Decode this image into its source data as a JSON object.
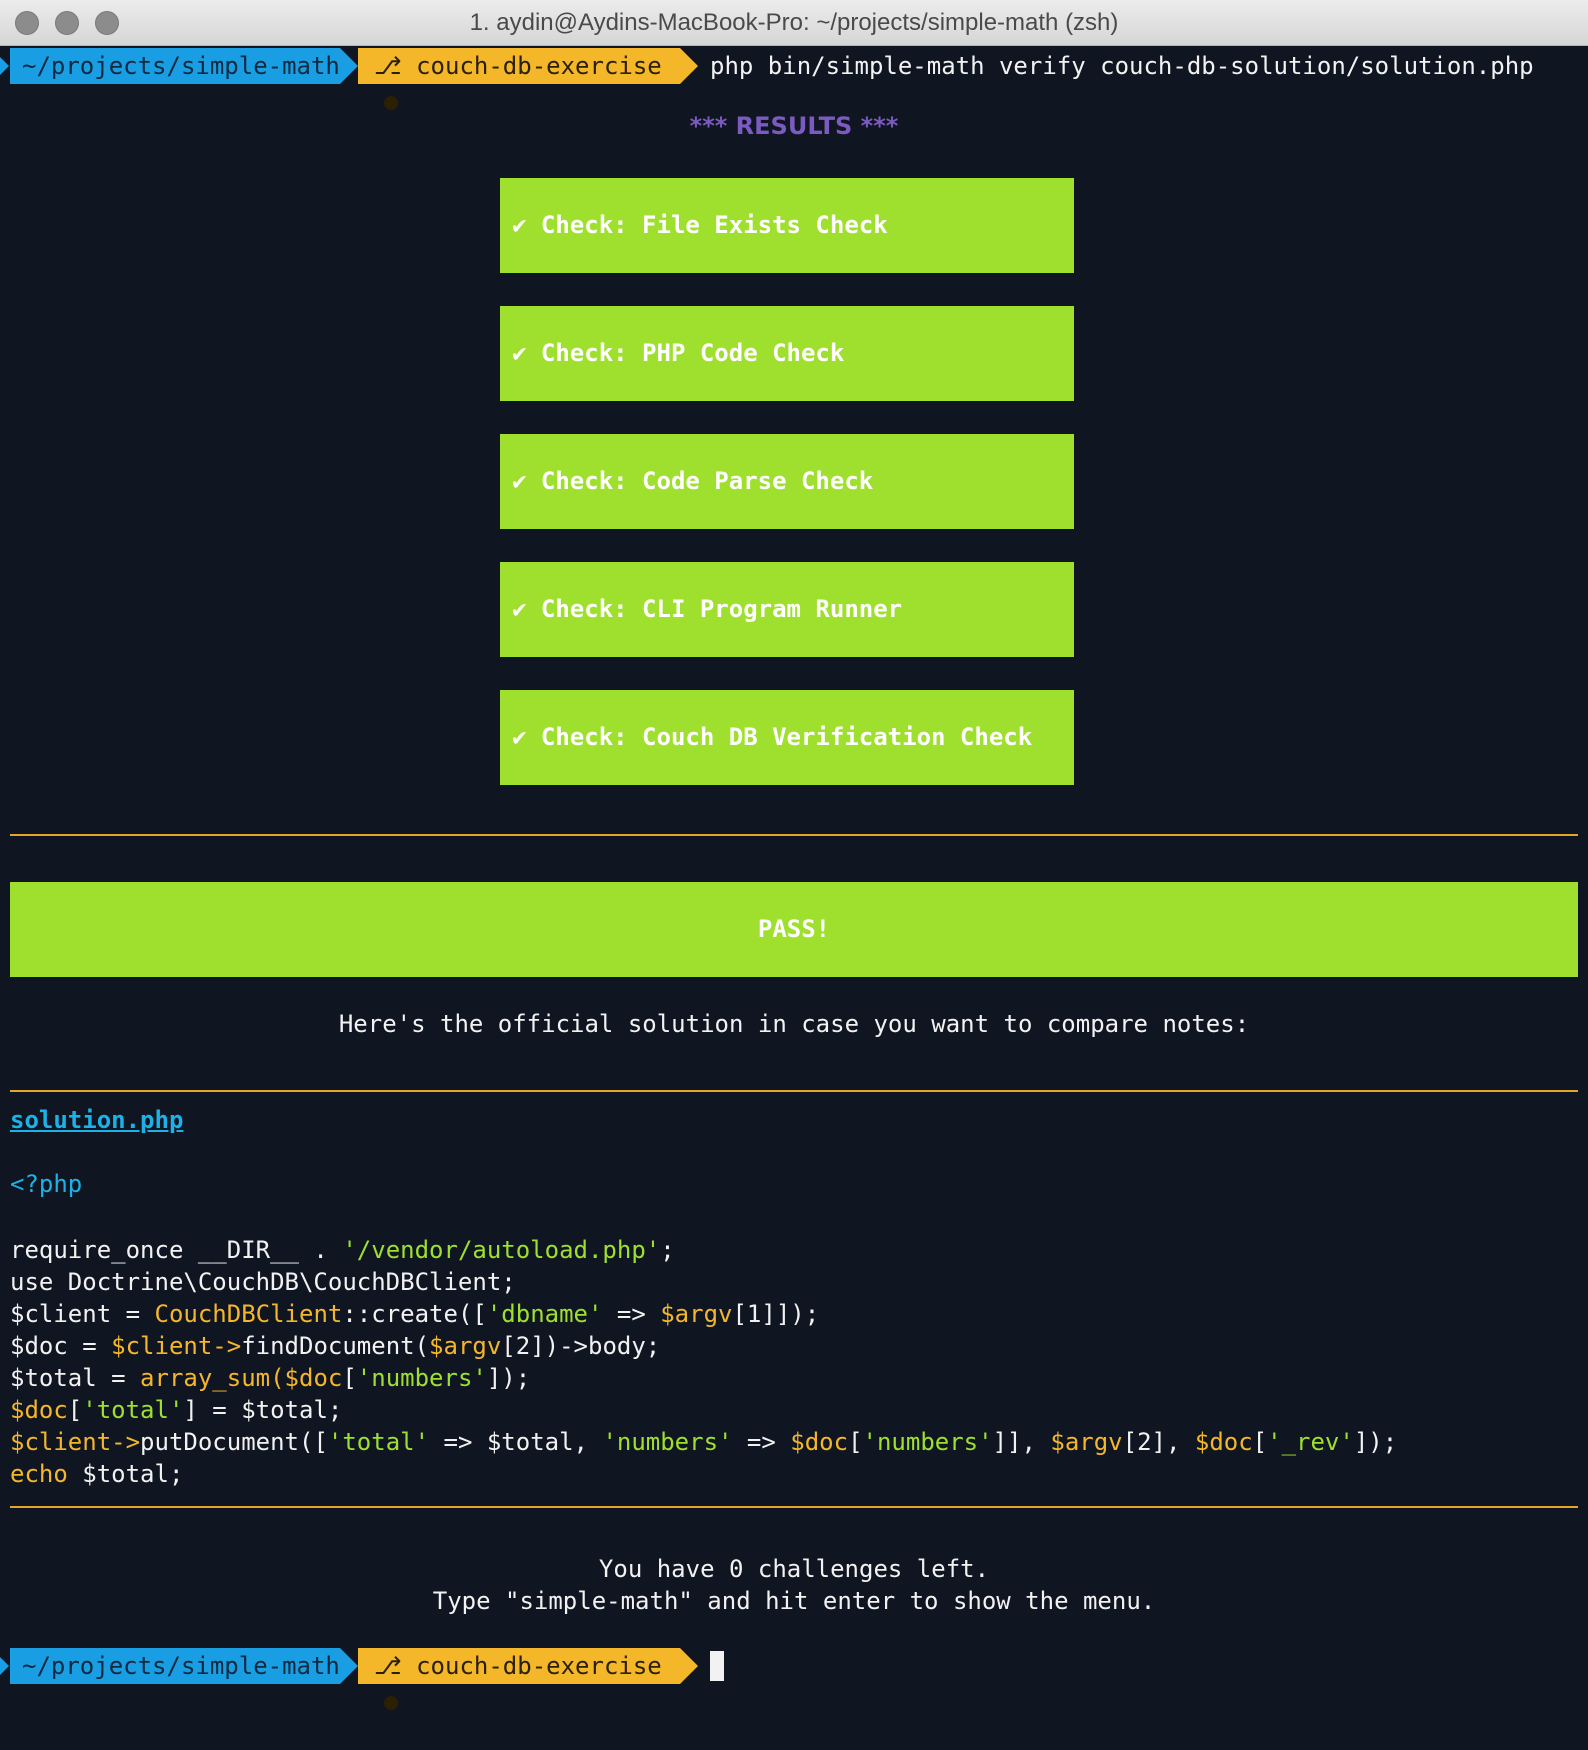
{
  "window": {
    "title": "1. aydin@Aydins-MacBook-Pro: ~/projects/simple-math (zsh)"
  },
  "prompt": {
    "directory": "~/projects/simple-math",
    "branch": "couch-db-exercise",
    "branch_icon": "git-branch-icon",
    "command": "php bin/simple-math verify couch-db-solution/solution.php"
  },
  "results": {
    "title": "*** RESULTS ***",
    "checks": [
      "✔ Check: File Exists Check",
      "✔ Check: PHP Code Check",
      "✔ Check: Code Parse Check",
      "✔ Check: CLI Program Runner",
      "✔ Check: Couch DB Verification Check"
    ]
  },
  "status": {
    "pass": "PASS!",
    "solution_note": "Here's the official solution in case you want to compare notes:"
  },
  "solution": {
    "filename": "solution.php",
    "php_open": "<?php",
    "lines": {
      "l1": {
        "a": "require_once __DIR__ . ",
        "b": "'/vendor/autoload.php'",
        "c": ";"
      },
      "l2": {
        "a": "use Doctrine\\CouchDB\\CouchDBClient;"
      },
      "l3": {
        "a": "$client = ",
        "b": "CouchDBClient",
        "c": "::create([",
        "d": "'dbname'",
        "e": " => ",
        "f": "$argv",
        "g": "[1]]);"
      },
      "l4": {
        "a": "$doc = ",
        "b": "$client->",
        "c": "findDocument(",
        "d": "$argv",
        "e": "[2])->body;"
      },
      "l5": {
        "a": "$total = ",
        "b": "array_sum(",
        "c": "$doc",
        "d": "[",
        "e": "'numbers'",
        "f": "]);"
      },
      "l6": {
        "a": "$doc",
        "b": "[",
        "c": "'total'",
        "d": "] = $total;"
      },
      "l7": {
        "a": "$client->",
        "b": "putDocument([",
        "c": "'total'",
        "d": " => $total, ",
        "e": "'numbers'",
        "f": " => ",
        "g": "$doc",
        "h": "[",
        "i": "'numbers'",
        "j": "]], ",
        "k": "$argv",
        "l": "[2], ",
        "m": "$doc",
        "n": "[",
        "o": "'_rev'",
        "p": "]);"
      },
      "l8": {
        "a": "echo",
        "b": " $total;"
      }
    }
  },
  "footer": {
    "line1": "You have 0 challenges left.",
    "line2": "Type \"simple-math\" and hit enter to show the menu."
  },
  "colors": {
    "background": "#101522",
    "success_green": "#9fe02e",
    "path_blue": "#1a9ee3",
    "branch_yellow": "#f5b72a",
    "results_purple": "#7b5bbf",
    "link_cyan": "#1ab2e8"
  }
}
